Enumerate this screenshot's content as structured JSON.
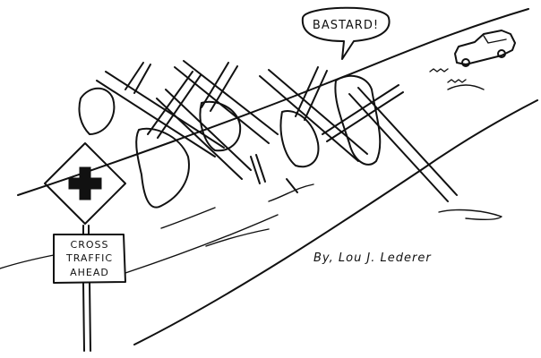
{
  "speech_bubble": {
    "text": "BASTARD!"
  },
  "road_sign": {
    "symbol_icon": "cross-plus-icon",
    "line1": "CROSS",
    "line2": "TRAFFIC",
    "line3": "AHEAD"
  },
  "signature": {
    "text": "By, Lou J. Lederer"
  },
  "colors": {
    "ink": "#111111",
    "paper": "#ffffff"
  }
}
